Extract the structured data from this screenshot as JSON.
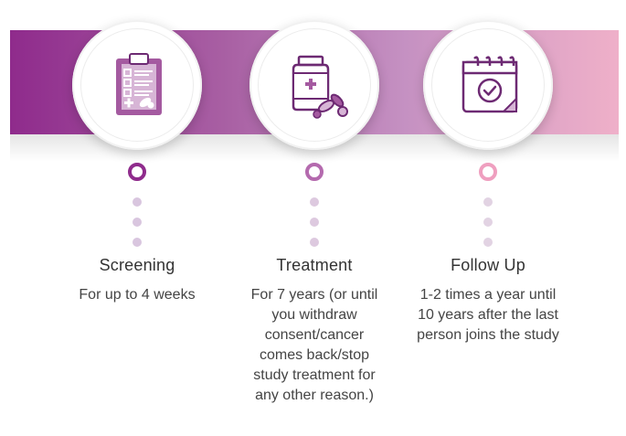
{
  "colors": {
    "band_start": "#8f2b8c",
    "band_end": "#efb0c9",
    "icon_stroke": "#6d2a73",
    "step1_accent": "#8f2b8c",
    "step2_accent": "#b46aae",
    "step3_accent": "#ef9fbf"
  },
  "steps": [
    {
      "icon": "clipboard-checklist-icon",
      "title": "Screening",
      "description": "For up to 4 weeks"
    },
    {
      "icon": "medicine-bottle-pills-icon",
      "title": "Treatment",
      "description": "For 7 years (or until you withdraw consent/cancer comes back/stop study treatment for any other reason.)"
    },
    {
      "icon": "calendar-check-icon",
      "title": "Follow Up",
      "description": "1-2 times a year until 10 years after the last person joins the study"
    }
  ]
}
